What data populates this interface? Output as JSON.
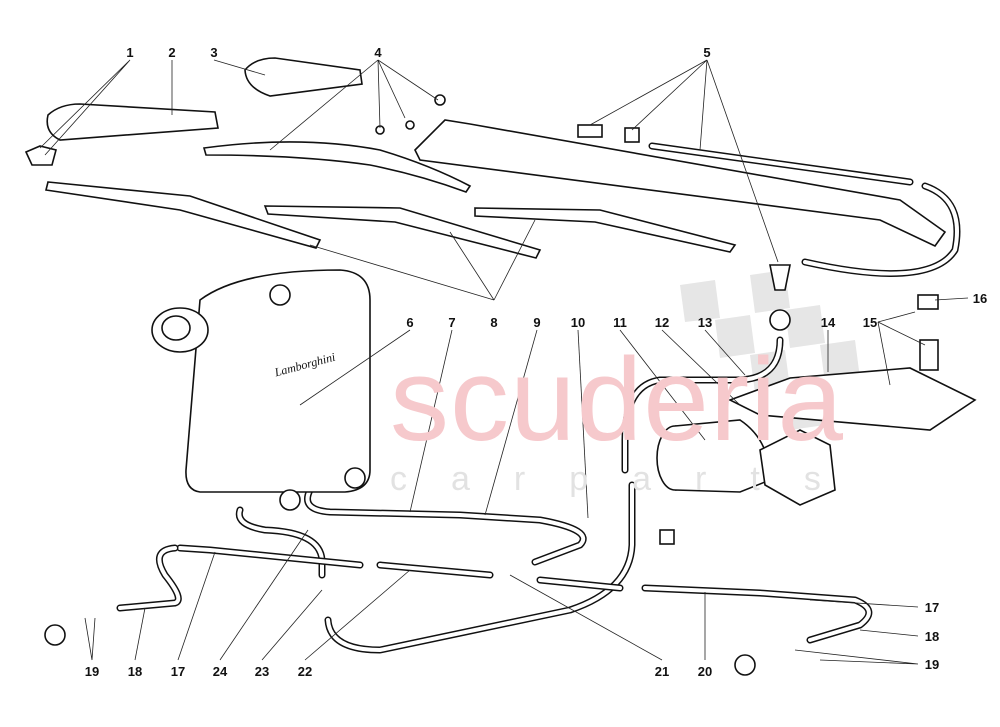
{
  "watermark": {
    "brand": "scuderia",
    "sub": "carparts"
  },
  "tank_logo": "Lamborghini",
  "colors": {
    "watermark_brand": "#f6c9cc",
    "watermark_sub": "#e2e2e2",
    "checker": "#e6e6e6",
    "lines": "#111111"
  },
  "labels": [
    "1",
    "2",
    "3",
    "4",
    "5",
    "6",
    "7",
    "8",
    "9",
    "10",
    "11",
    "12",
    "13",
    "14",
    "15",
    "16",
    "17",
    "18",
    "19",
    "19",
    "18",
    "17",
    "24",
    "23",
    "22",
    "21",
    "20"
  ]
}
